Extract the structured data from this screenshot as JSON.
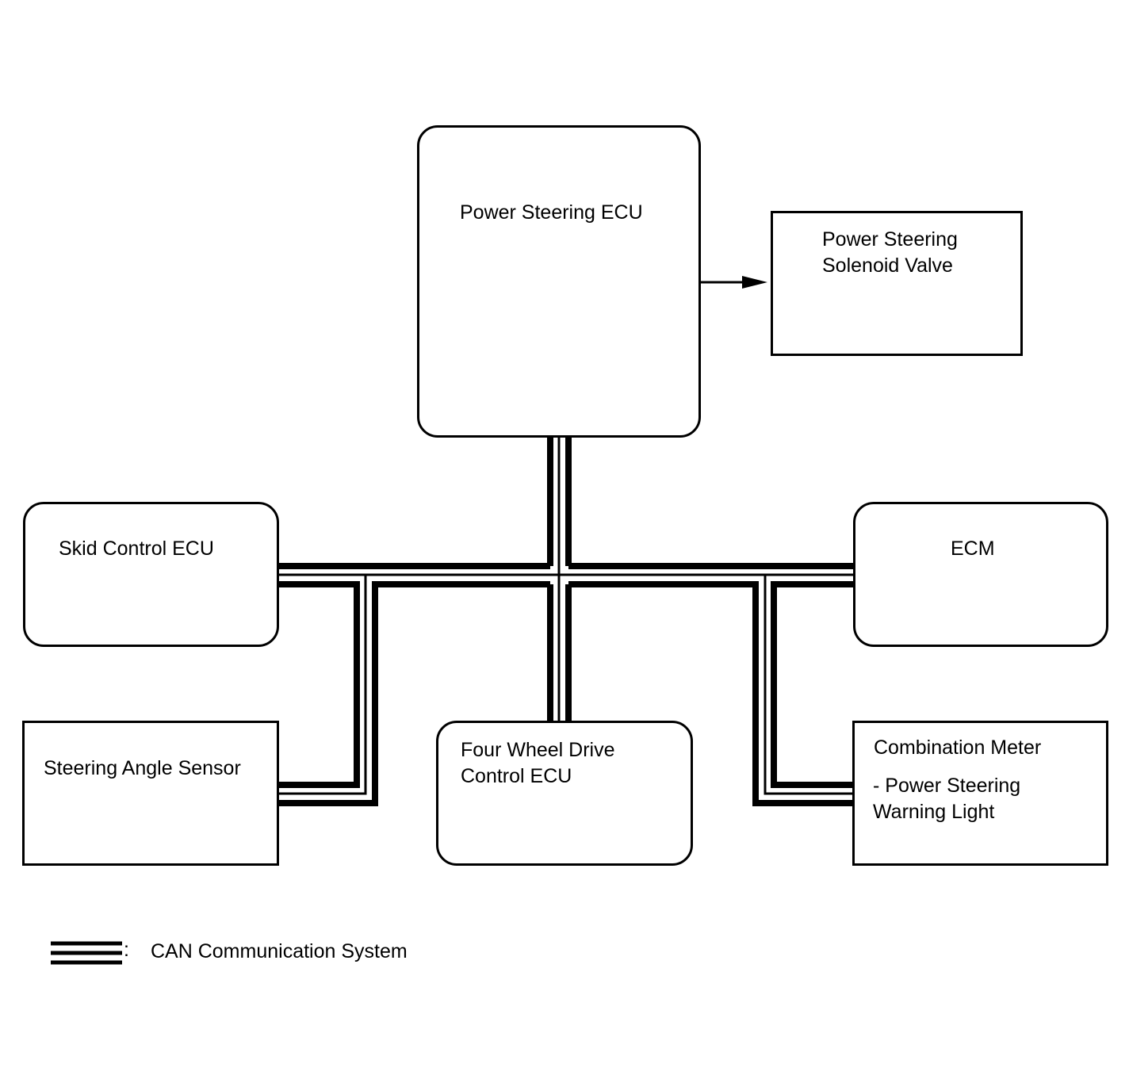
{
  "nodes": {
    "power_steering_ecu": "Power Steering ECU",
    "solenoid_valve": [
      "Power Steering",
      "Solenoid Valve"
    ],
    "skid_control_ecu": "Skid Control ECU",
    "ecm": "ECM",
    "steering_angle_sensor": "Steering Angle Sensor",
    "four_wheel_drive_ecu": [
      "Four Wheel Drive",
      "Control ECU"
    ],
    "combination_meter": "Combination Meter",
    "combination_meter_sub": [
      "- Power Steering",
      "Warning Light"
    ]
  },
  "legend": {
    "separator": ":",
    "label": "CAN Communication System"
  }
}
